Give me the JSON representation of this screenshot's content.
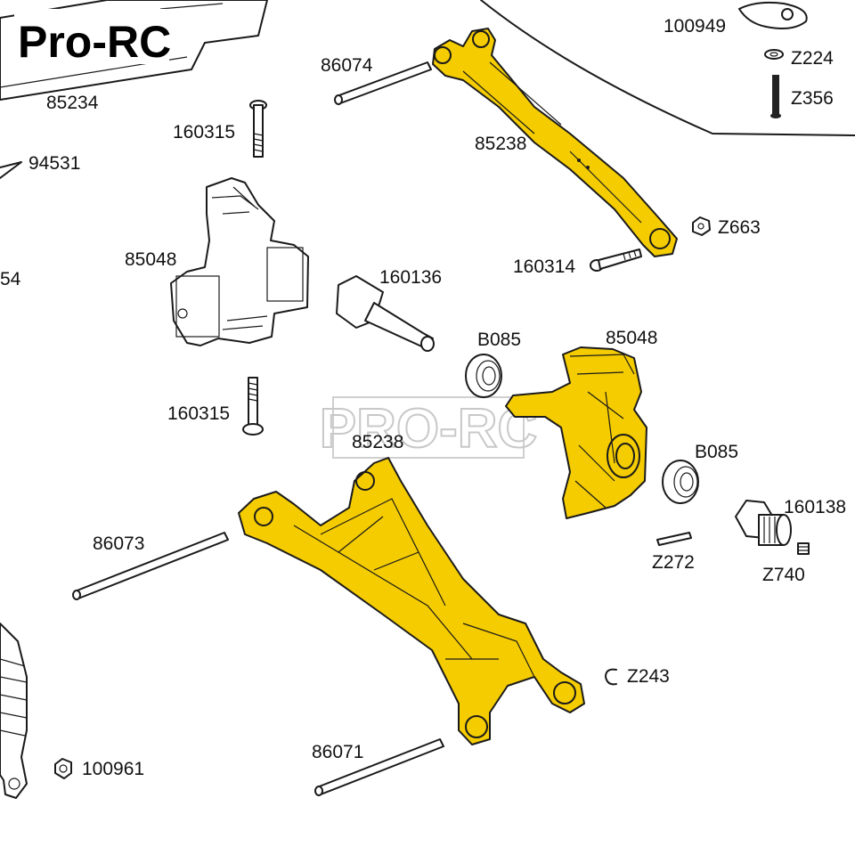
{
  "brand": {
    "logo_text": "Pro-RC",
    "watermark": "PRO-RC"
  },
  "colors": {
    "highlight": "#f5cc00",
    "outline": "#1a1a1a",
    "background": "#ffffff"
  },
  "labels": {
    "l_100949": "100949",
    "l_z224": "Z224",
    "l_z356": "Z356",
    "l_86074": "86074",
    "l_85234": "85234",
    "l_160315_top": "160315",
    "l_94531": "94531",
    "l_85238_upper": "85238",
    "l_z663": "Z663",
    "l_85048_left": "85048",
    "l_160314": "160314",
    "l_54": "54",
    "l_160136": "160136",
    "l_b085_left": "B085",
    "l_85048_right": "85048",
    "l_160315_bottom": "160315",
    "l_85238_lower": "85238",
    "l_b085_right": "B085",
    "l_160138": "160138",
    "l_86073": "86073",
    "l_z272": "Z272",
    "l_z740": "Z740",
    "l_z243": "Z243",
    "l_86071": "86071",
    "l_100961": "100961"
  }
}
